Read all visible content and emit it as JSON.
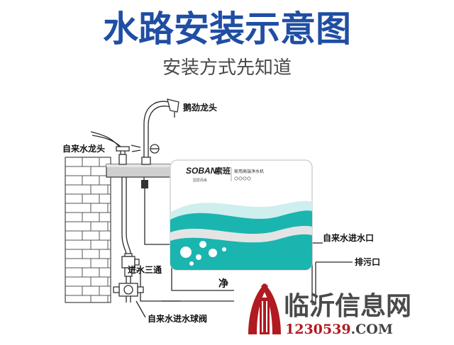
{
  "title": "水路安装示意图",
  "subtitle": "安装方式先知道",
  "labels": {
    "gooseneck_faucet": "鹅劲龙头",
    "tap_faucet": "自来水龙头",
    "inlet": "自来水进水口",
    "drain": "排污口",
    "tee": "进水三通",
    "ball_valve": "自来水进水球阀",
    "pure_water": "净"
  },
  "device": {
    "brand_latin": "SOBAN",
    "brand_cn": "索班",
    "brand_tagline": "因爱而来",
    "product_name": "家用高端净水机",
    "colors": {
      "wave": "#1bb5b0",
      "wave_light": "#8fd8d6",
      "body": "#ffffff",
      "panel_edge": "#cfcfcf"
    }
  },
  "watermark": {
    "site_name": "临沂信息网",
    "site_number": "1230539",
    "site_domain": ".COM",
    "colors": {
      "logo": "#b01a20",
      "text": "#4a4a4a"
    }
  },
  "icons": [
    "gooseneck-faucet-icon",
    "tap-faucet-icon",
    "tee-valve-icon",
    "ball-valve-icon",
    "watermark-logo-icon"
  ]
}
